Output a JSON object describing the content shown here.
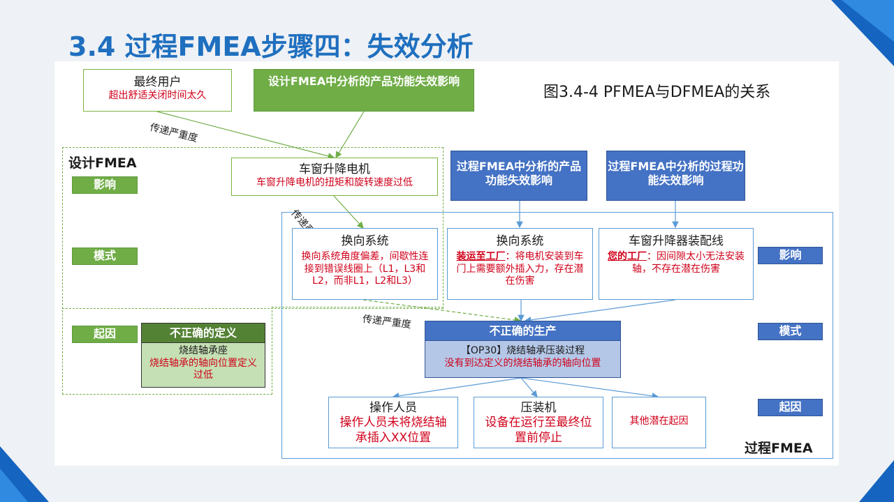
{
  "slide": {
    "title": "3.4 过程FMEA步骤四：失效分析",
    "caption": "图3.4-4 PFMEA与DFMEA的关系"
  },
  "sections": {
    "design": "设计FMEA",
    "process": "过程FMEA"
  },
  "left_tags": {
    "effect": "影响",
    "mode": "模式",
    "cause": "起因"
  },
  "right_tags": {
    "effect": "影响",
    "mode": "模式",
    "cause": "起因"
  },
  "transfer_label": "传递严重度",
  "boxes": {
    "end_user": {
      "title": "最终用户",
      "detail": "超出舒适关闭时间太久"
    },
    "dfmea_effect": {
      "title": "设计FMEA中分析的产品功能失效影响"
    },
    "motor": {
      "title": "车窗升降电机",
      "detail": "车窗升降电机的扭矩和旋转速度过低"
    },
    "pfmea_product_effect": {
      "title": "过程FMEA中分析的产品功能失效影响"
    },
    "pfmea_process_effect": {
      "title": "过程FMEA中分析的过程功能失效影响"
    },
    "steering_design": {
      "title": "换向系统",
      "detail": "换向系统角度偏差，间歇性连接到错误线圈上（L1，L3和L2，而非L1，L2和L3）"
    },
    "steering_process": {
      "title": "换向系统",
      "highlight": "装运至工厂",
      "detail": "：将电机安装到车门上需要额外插入力，存在潜在伤害"
    },
    "assembly_line": {
      "title": "车窗升降器装配线",
      "highlight": "您的工厂",
      "detail": "：因间隙太小无法安装轴，不存在潜在伤害"
    },
    "incorrect_definition": {
      "header": "不正确的定义",
      "title": "烧结轴承座",
      "detail": "烧结轴承的轴向位置定义过低"
    },
    "incorrect_production": {
      "header": "不正确的生产",
      "title": "【OP30】烧结轴承压装过程",
      "detail": "没有到达定义的烧结轴承的轴向位置"
    },
    "operator": {
      "title": "操作人员",
      "detail": "操作人员未将烧结轴承插入XX位置"
    },
    "press": {
      "title": "压装机",
      "detail": "设备在运行至最终位置前停止"
    },
    "other": {
      "detail": "其他潜在起因"
    }
  },
  "colors": {
    "title_blue": "#1f6fbf",
    "green": "#70ad47",
    "blue": "#4472c4",
    "light_blue": "#b4c7e7",
    "red_text": "#d0021b"
  }
}
